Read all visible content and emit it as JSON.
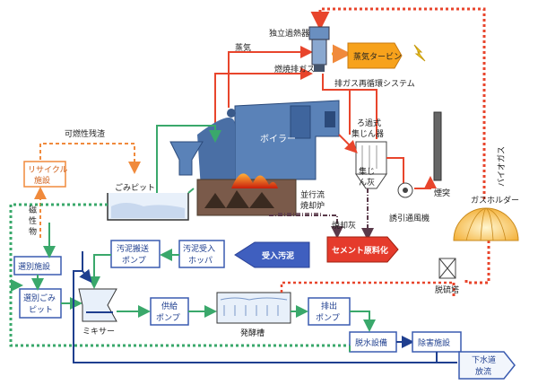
{
  "labels": {
    "boiler": "ボイラー",
    "dust_collector_1": "ろ過式",
    "dust_collector_2": "集じん器",
    "independent_superheater": "独立過熱器",
    "steam": "蒸気",
    "steam_turbine": "蒸気タービン",
    "combustion_exhaust": "燃焼排ガス",
    "exhaust_recirculation": "排ガス再循環システム",
    "biogas": "バイオガス",
    "gas_holder": "ガスホルダー",
    "stack": "煙突",
    "induced_fan": "誘引通風機",
    "dust_ash_1": "集じ",
    "dust_ash_2": "ん灰",
    "incineration_ash": "焼却灰",
    "cement_material": "セメント原料化",
    "furnace_1": "並行流",
    "furnace_2": "焼却炉",
    "garbage_pit": "ごみピット",
    "combustible_residue": "可燃性残渣",
    "recycle_1": "リサイクル",
    "recycle_2": "施設",
    "magnetic_1": "磁",
    "magnetic_2": "性",
    "magnetic_3": "物",
    "sorting_facility": "選別施設",
    "sorted_pit_1": "選別ごみ",
    "sorted_pit_2": "ピット",
    "mixer": "ミキサー",
    "sludge_pump_1": "汚泥搬送",
    "sludge_pump_2": "ポンプ",
    "sludge_hopper_1": "汚泥受入",
    "sludge_hopper_2": "ホッパ",
    "incoming_sludge": "受入汚泥",
    "supply_pump_1": "供給",
    "supply_pump_2": "ポンプ",
    "fermenter": "発酵槽",
    "discharge_pump_1": "排出",
    "discharge_pump_2": "ポンプ",
    "desulfurization": "脱硫塔",
    "dewatering": "脱水設備",
    "detox": "除害施設",
    "sewer_1": "下水道",
    "sewer_2": "放流"
  },
  "colors": {
    "red_flow": "#e8452c",
    "green_flow": "#3aa86b",
    "blue_flow": "#1f3f8f",
    "orange_flow": "#f08a3c",
    "boiler_blue": "#5a82b8",
    "box_border": "#3a5bb0",
    "box_fill": "#ffffff",
    "sludge_arrow": "#3f5fbf",
    "cement_red": "#e53b2c",
    "turbine_orange": "#f7a21c"
  }
}
